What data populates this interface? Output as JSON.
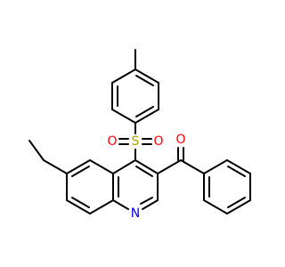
{
  "molecule": {
    "atoms": {
      "sulfur": "S",
      "sulfonyl_oxygen_left": "O",
      "sulfonyl_oxygen_right": "O",
      "carbonyl_oxygen": "O",
      "ring_nitrogen": "N"
    },
    "colors": {
      "sulfur": "#b8a000",
      "oxygen": "#ff0000",
      "nitrogen": "#0000ff",
      "bond": "#000000"
    }
  }
}
